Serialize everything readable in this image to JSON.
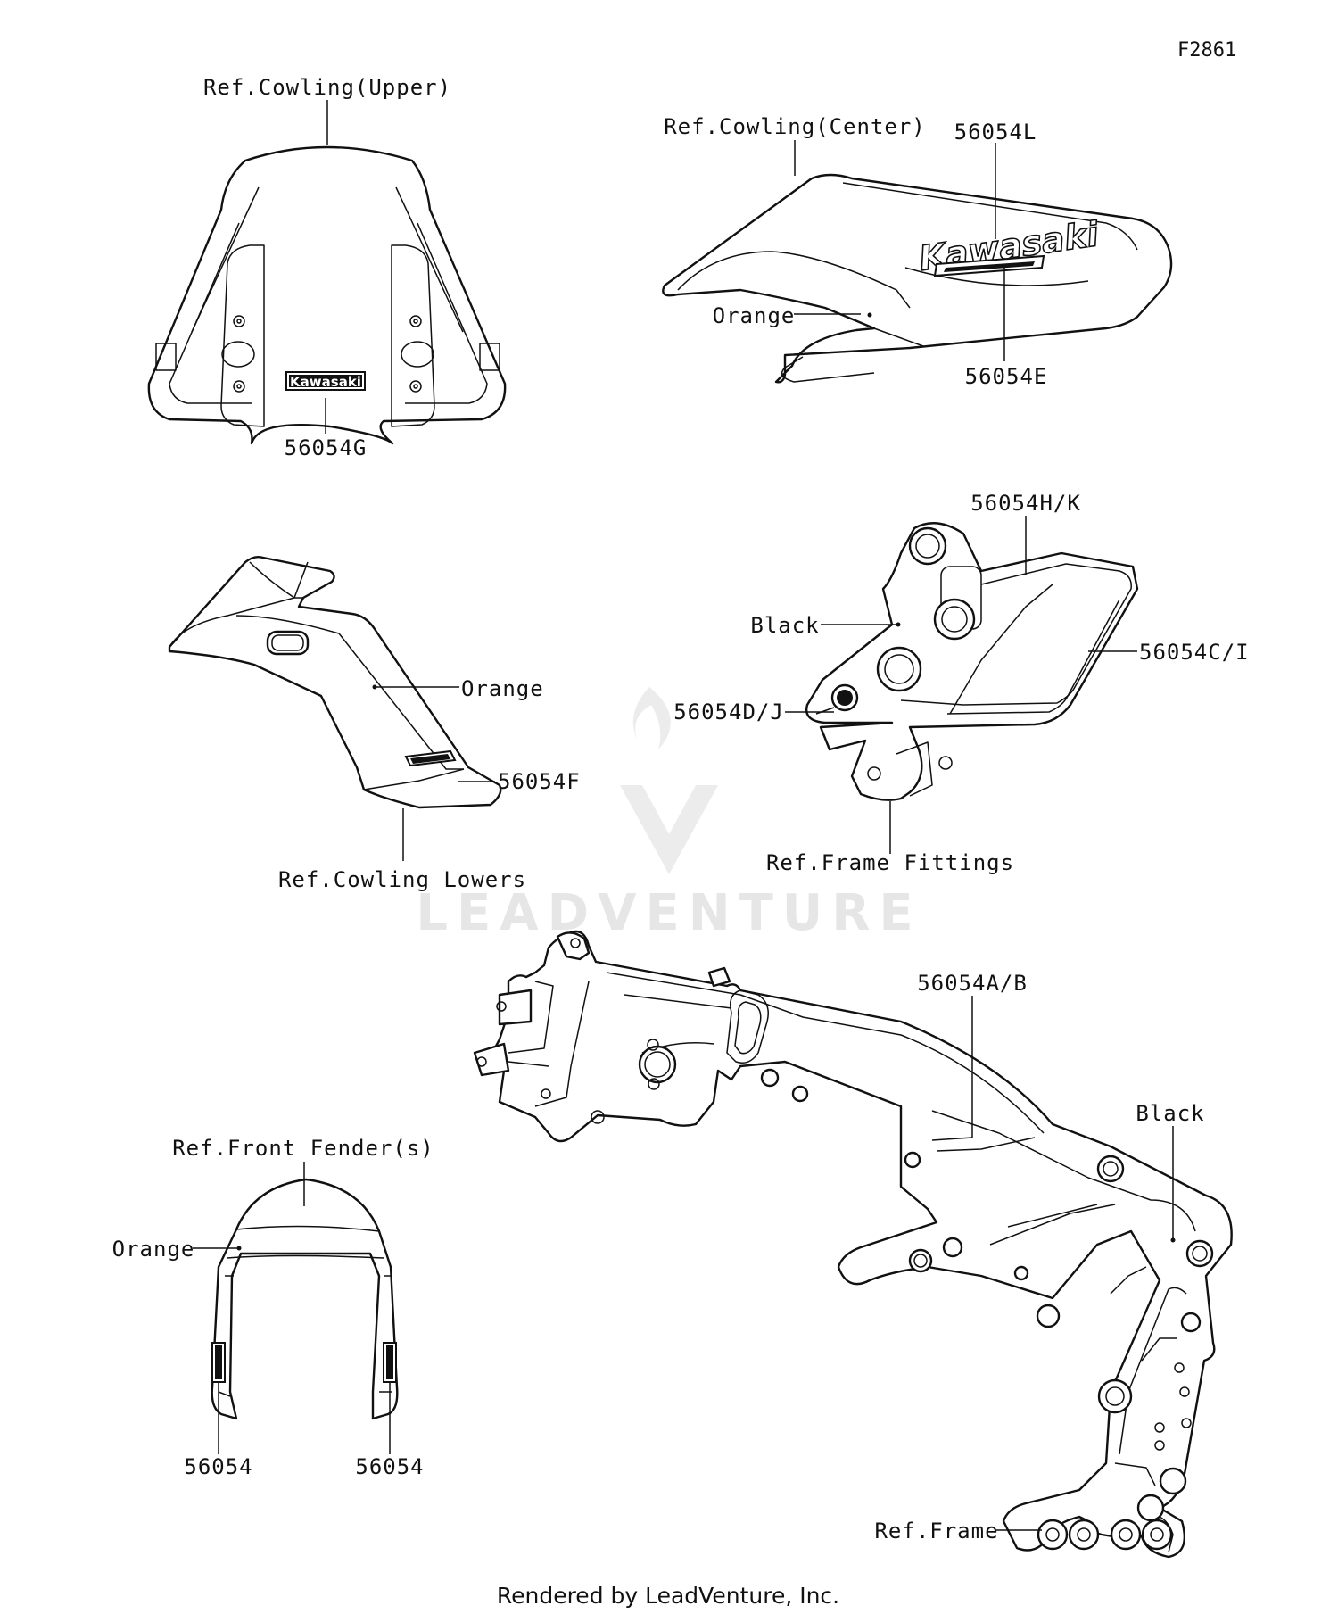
{
  "figure_id": "F2861",
  "footer": "Rendered by LeadVenture, Inc.",
  "watermark": "LEADVENTURE",
  "logo_text": "Kawasaki",
  "labels": {
    "cowling_upper_ref": "Ref.Cowling(Upper)",
    "part_56054G": "56054G",
    "cowling_center_ref": "Ref.Cowling(Center)",
    "part_56054L": "56054L",
    "center_orange": "Orange",
    "part_56054E": "56054E",
    "part_56054HK": "56054H/K",
    "frame_fit_black": "Black",
    "part_56054CI": "56054C/I",
    "part_56054DJ": "56054D/J",
    "frame_fittings_ref": "Ref.Frame Fittings",
    "lower_orange": "Orange",
    "part_56054F": "56054F",
    "cowling_lowers_ref": "Ref.Cowling Lowers",
    "part_56054AB": "56054A/B",
    "frame_black": "Black",
    "frame_ref": "Ref.Frame",
    "front_fender_ref": "Ref.Front Fender(s)",
    "fender_orange": "Orange",
    "fender_left_part": "56054",
    "fender_right_part": "56054"
  }
}
